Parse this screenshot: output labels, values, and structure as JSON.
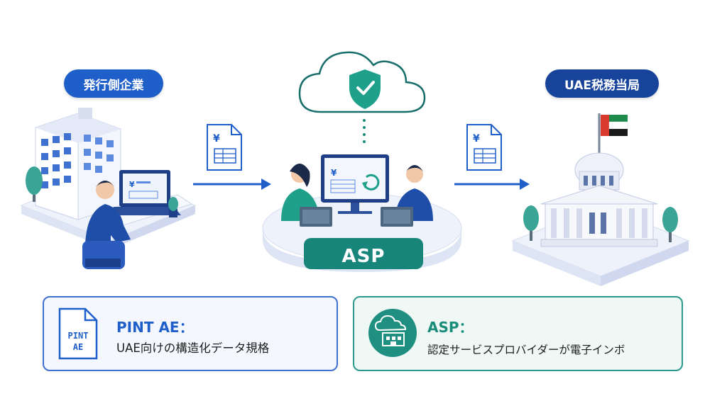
{
  "labels": {
    "issuer": "発行側企業",
    "authority": "UAE税務当局",
    "asp_banner": "ASP",
    "doc_yen": "¥"
  },
  "cards": {
    "pint": {
      "icon_text_line1": "PINT",
      "icon_text_line2": "AE",
      "title": "PINT AE：",
      "description": "UAE向けの構造化データ規格"
    },
    "asp": {
      "title": "ASP：",
      "description": "認定サービスプロバイダーが電子インボ"
    }
  },
  "colors": {
    "primary_blue": "#1f5fc9",
    "navy": "#17439a",
    "teal": "#1a8c7a",
    "teal_dark": "#176e6a"
  },
  "icons": [
    "building-icon",
    "invoice-document-icon",
    "arrow-right-icon",
    "cloud-shield-icon",
    "sync-icon",
    "government-building-icon",
    "uae-flag-icon",
    "cloud-building-icon"
  ]
}
